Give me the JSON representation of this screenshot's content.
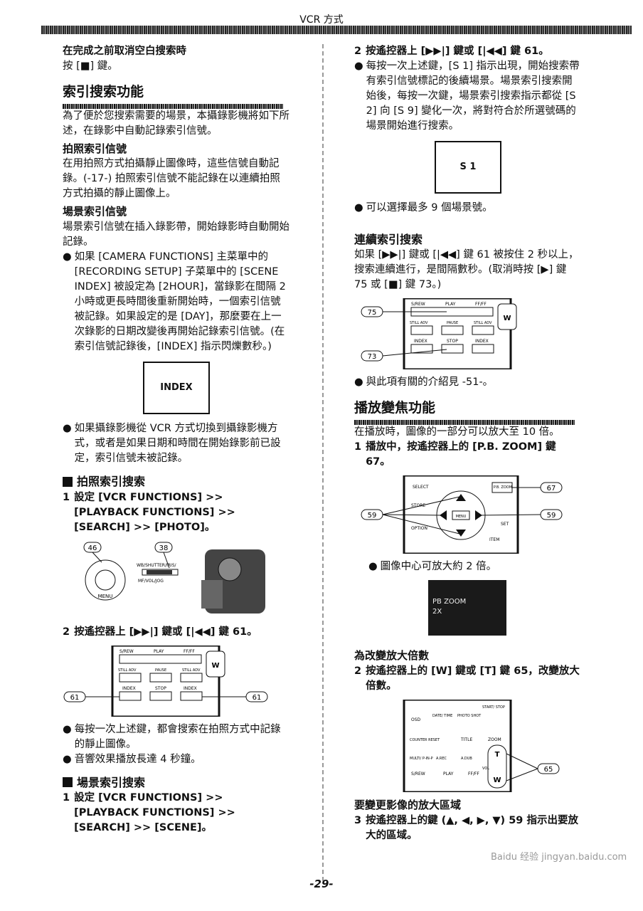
{
  "header": {
    "title": "VCR 方式"
  },
  "left": {
    "cancel_title": "在完成之前取消空白搜索時",
    "cancel_text": "按 [■] 鍵。",
    "index_title": "索引搜索功能",
    "index_intro": "為了便於您搜索需要的場景，本攝錄影機將如下所述，在錄影中自動記錄索引信號。",
    "photo_idx_title": "拍照索引信號",
    "photo_idx_text": "在用拍照方式拍攝靜止圖像時，這些信號自動記錄。(-17-) 拍照索引信號不能記錄在以連續拍照方式拍攝的靜止圖像上。",
    "scene_idx_title": "場景索引信號",
    "scene_idx_text": "場景索引信號在插入錄影帶，開始錄影時自動開始記錄。",
    "bullet1": "如果 [CAMERA FUNCTIONS] 主菜單中的 [RECORDING SETUP] 子菜單中的 [SCENE INDEX] 被設定為 [2HOUR]，當錄影在間隔 2 小時或更長時間後重新開始時，一個索引信號被記錄。如果設定的是 [DAY]，那麼要在上一次錄影的日期改變後再開始記錄索引信號。(在索引信號記錄後，[INDEX] 指示閃爍數秒。)",
    "index_box": "INDEX",
    "bullet2": "如果攝錄影機從 VCR 方式切換到攝錄影機方式，或者是如果日期和時間在開始錄影前已設定，索引信號未被記錄。",
    "photo_search_title": "拍照索引搜索",
    "photo_step1": "設定 [VCR FUNCTIONS] >> [PLAYBACK FUNCTIONS] >> [SEARCH] >> [PHOTO]。",
    "photo_step2": "按遙控器上 [▶▶|] 鍵或 [|◀◀] 鍵 61。",
    "photo_bullet1": "每按一次上述鍵，都會搜索在拍照方式中記錄的靜止圖像。",
    "photo_bullet2": "音響效果播放長達 4 秒鐘。",
    "scene_search_title": "場景索引搜索",
    "scene_step1": "設定 [VCR FUNCTIONS] >> [PLAYBACK FUNCTIONS] >> [SEARCH] >> [SCENE]。",
    "step_num_1": "1",
    "step_num_2": "2"
  },
  "right": {
    "scene_step2": "按遙控器上 [▶▶|] 鍵或 [|◀◀] 鍵 61。",
    "scene_bullet1": "每按一次上述鍵，[S 1] 指示出現，開始搜索帶有索引信號標記的後續場景。場景索引搜索開始後，每按一次鍵，場景索引搜索指示都從 [S 2] 向 [S 9] 變化一次，將對符合於所選號碼的場景開始進行搜索。",
    "s1_box": "S 1",
    "scene_bullet2": "可以選擇最多 9 個場景號。",
    "cont_title": "連續索引搜索",
    "cont_text": "如果 [▶▶|] 鍵或 [|◀◀] 鍵 61 被按住 2 秒以上，搜索連續進行，是間隔數秒。(取消時按 [▶] 鍵 75 或 [■] 鍵 73。)",
    "cont_ref": "與此項有關的介紹見 -51-。",
    "zoom_title": "播放變焦功能",
    "zoom_intro": "在播放時，圖像的一部分可以放大至 10 倍。",
    "zoom_step1": "播放中，按遙控器上的 [P.B. ZOOM] 鍵 67。",
    "zoom_bullet": "圖像中心可放大約 2 倍。",
    "zoom_screen": "PB ZOOM",
    "zoom_screen2": "2X",
    "mag_title": "為改變放大倍數",
    "mag_step2": "按遙控器上的 [W] 鍵或 [T] 鍵 65，改變放大倍數。",
    "area_title": "要變更影像的放大區域",
    "area_step3": "按遙控器上的鍵 (▲, ◀, ▶, ▼) 59 指示出要放大的區域。",
    "step_num_1": "1",
    "step_num_2": "2",
    "step_num_3": "3"
  },
  "figures": {
    "ref46": "46",
    "ref38": "38",
    "menu": "MENU",
    "wb_label": "WB/SHUTTER/IRIS/",
    "mf_label": "MF/VOL/JOG",
    "ref61": "61",
    "ref75": "75",
    "ref73": "73",
    "ref67": "67",
    "ref59": "59",
    "ref65": "65",
    "btn_srew": "S/REW",
    "btn_play": "PLAY",
    "btn_ff": "FF/FF",
    "btn_still_l": "STILL ADV",
    "btn_pause": "PAUSE",
    "btn_still_r": "STILL ADV",
    "btn_index": "INDEX",
    "btn_stop": "STOP",
    "btn_w": "W",
    "btn_select": "SELECT",
    "btn_pbzoom": "P.B. ZOOM",
    "btn_store": "STORE",
    "btn_option": "OPTION",
    "btn_menu": "MENU",
    "btn_set": "SET",
    "btn_item": "ITEM",
    "btn_osd": "OSD",
    "btn_datetime": "DATE/ TIME",
    "btn_photoshot": "PHOTO SHOT",
    "btn_startstop": "START/ STOP",
    "btn_counter": "COUNTER RESET",
    "btn_title": "TITLE",
    "btn_zoom": "ZOOM",
    "btn_multi": "MULTI/ P-IN-P",
    "btn_arec": "A.REC",
    "btn_adub": "A.DUB",
    "btn_t": "T",
    "btn_vol": "VOL"
  },
  "footer": {
    "page": "-29-",
    "watermark": "Baidu 经验 jingyan.baidu.com"
  }
}
